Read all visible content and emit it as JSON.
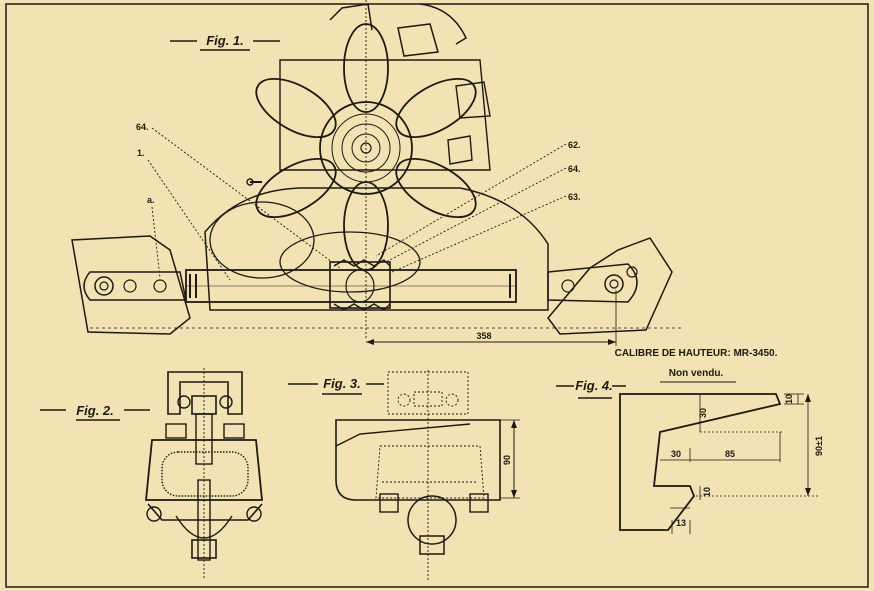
{
  "figures": {
    "fig1": "Fig. 1.",
    "fig2": "Fig. 2.",
    "fig3": "Fig. 3.",
    "fig4": "Fig. 4."
  },
  "callouts": {
    "c64_left": "64.",
    "c1": "1.",
    "ca": "a.",
    "c62": "62.",
    "c64_right": "64.",
    "c63": "63."
  },
  "dimensions": {
    "fig1_length": "358",
    "fig3_height": "90",
    "fig4_d10_top": "10",
    "fig4_d30_vert": "30",
    "fig4_d90": "90±1",
    "fig4_d30_horiz": "30",
    "fig4_d85": "85",
    "fig4_d10_lower": "10",
    "fig4_d13": "13"
  },
  "gauge": {
    "title": "CALIBRE DE HAUTEUR: MR-3450.",
    "subtitle": "Non vendu."
  },
  "colors": {
    "paper": "#f3e2b3",
    "ink": "#1e1a12"
  }
}
